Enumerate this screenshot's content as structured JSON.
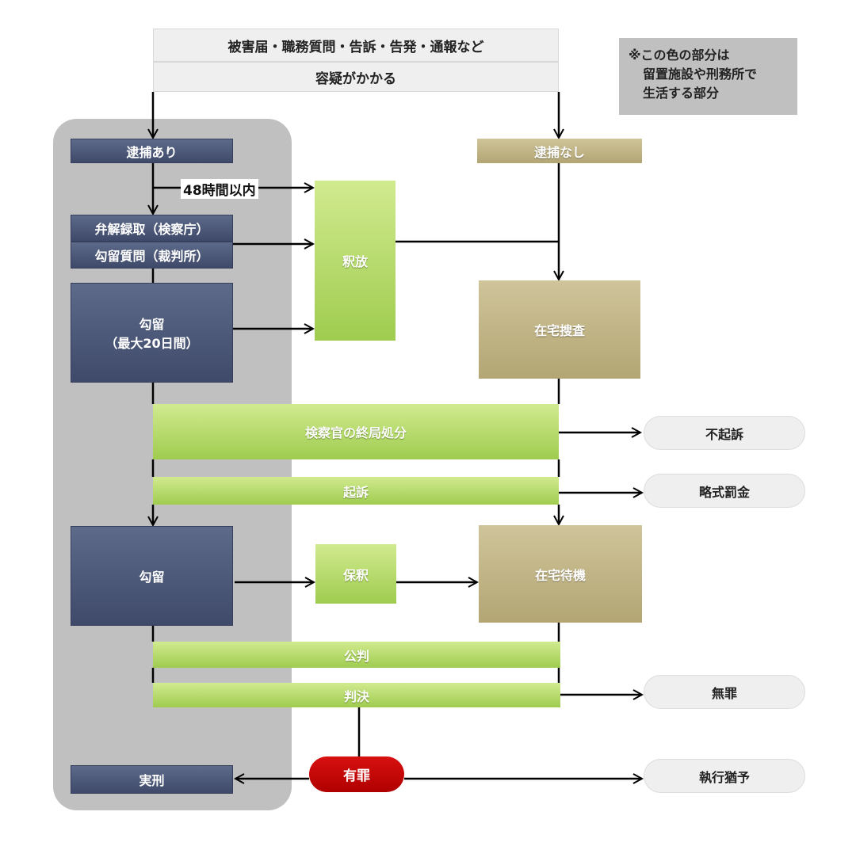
{
  "top": {
    "line1": "被害届・職務質問・告訴・告発・通報など",
    "line2": "容疑がかかる"
  },
  "legend": {
    "line1": "※この色の部分は",
    "line2": "留置施設や刑務所で",
    "line3": "生活する部分"
  },
  "nodes": {
    "arrest_yes": "逮捕あり",
    "arrest_no": "逮捕なし",
    "within48": "48時間以内",
    "release": "釈放",
    "hearing": "弁解録取（検察庁）",
    "detention_question": "勾留質問（裁判所）",
    "detention1": "勾留",
    "detention1_sub": "（最大20日間）",
    "home_investigation": "在宅捜査",
    "final_disposition": "検察官の終局処分",
    "non_prosecution": "不起訴",
    "indictment": "起訴",
    "summary_fine": "略式罰金",
    "detention2": "勾留",
    "bail": "保釈",
    "home_wait": "在宅待機",
    "trial": "公判",
    "judgment": "判決",
    "not_guilty": "無罪",
    "guilty": "有罪",
    "prison": "実刑",
    "suspended": "執行猶予"
  },
  "colors": {
    "detention": "#4a5677",
    "free": "#c2b585",
    "process": "#b5dc6a",
    "guilty": "#cc0000",
    "region": "#c0c0c0"
  }
}
